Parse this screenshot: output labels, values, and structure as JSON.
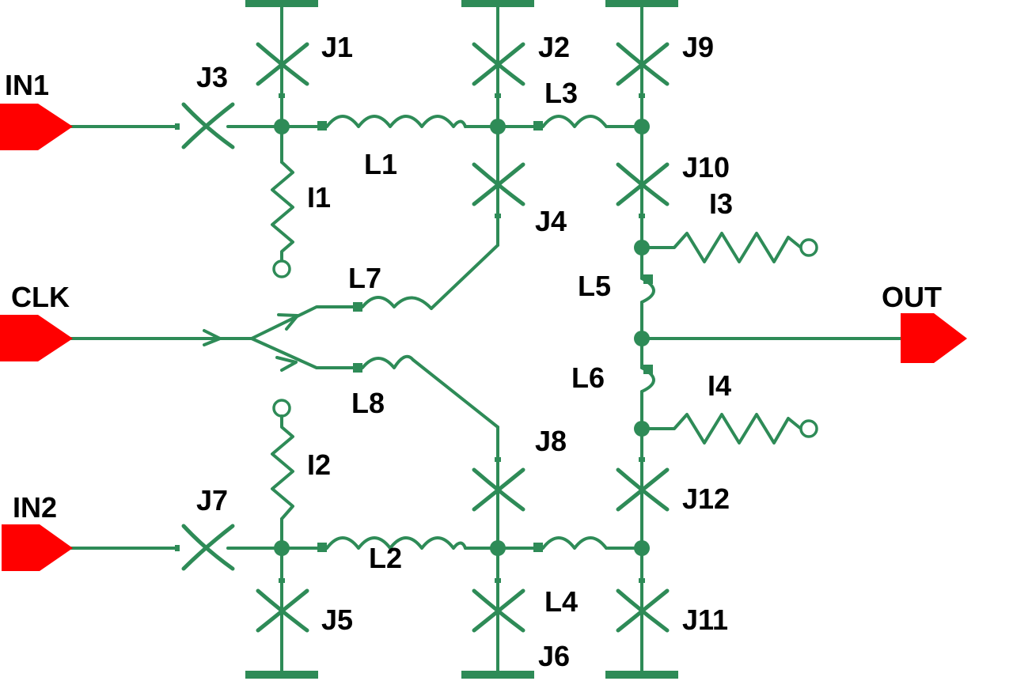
{
  "diagram": {
    "ports": {
      "in1": "IN1",
      "clk": "CLK",
      "in2": "IN2",
      "out": "OUT"
    },
    "junctions": {
      "j1": "J1",
      "j2": "J2",
      "j3": "J3",
      "j4": "J4",
      "j5": "J5",
      "j6": "J6",
      "j7": "J7",
      "j8": "J8",
      "j9": "J9",
      "j10": "J10",
      "j11": "J11",
      "j12": "J12"
    },
    "inductors": {
      "l1": "L1",
      "l2": "L2",
      "l3": "L3",
      "l4": "L4",
      "l5": "L5",
      "l6": "L6",
      "l7": "L7",
      "l8": "L8"
    },
    "bias_sources": {
      "i1": "I1",
      "i2": "I2",
      "i3": "I3",
      "i4": "I4"
    },
    "colors": {
      "wire": "#2e8b57",
      "port": "#ff0000",
      "label": "#000000",
      "background": "#ffffff"
    }
  }
}
